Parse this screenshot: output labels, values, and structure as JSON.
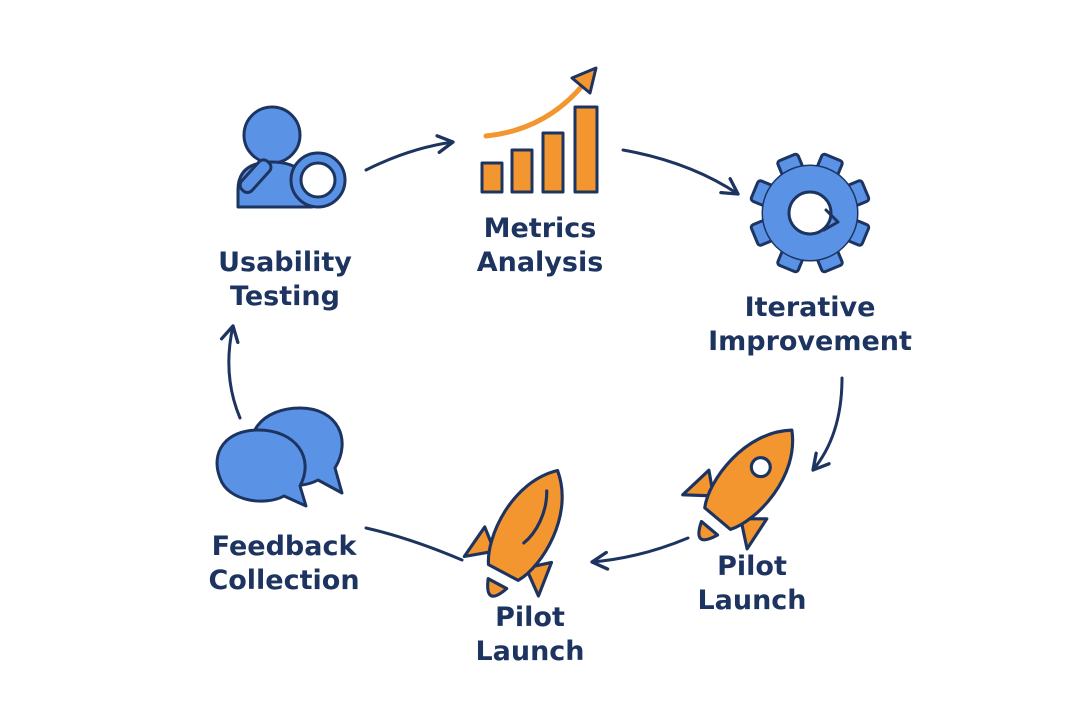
{
  "colors": {
    "text": "#1d3461",
    "outline": "#1d3461",
    "blue": "#5a93e6",
    "orange": "#f3962f",
    "white": "#ffffff"
  },
  "stages": [
    {
      "icon": "user-magnifier-icon",
      "line1": "Usability",
      "line2": "Testing"
    },
    {
      "icon": "bar-chart-growth-icon",
      "line1": "Metrics",
      "line2": "Analysis"
    },
    {
      "icon": "gear-refresh-icon",
      "line1": "Iterative",
      "line2": "Improvement"
    },
    {
      "icon": "rocket-icon",
      "line1": "Pilot",
      "line2": "Launch"
    },
    {
      "icon": "rocket-icon",
      "line1": "Pilot",
      "line2": "Launch"
    },
    {
      "icon": "speech-bubbles-icon",
      "line1": "Feedback",
      "line2": "Collection"
    }
  ]
}
